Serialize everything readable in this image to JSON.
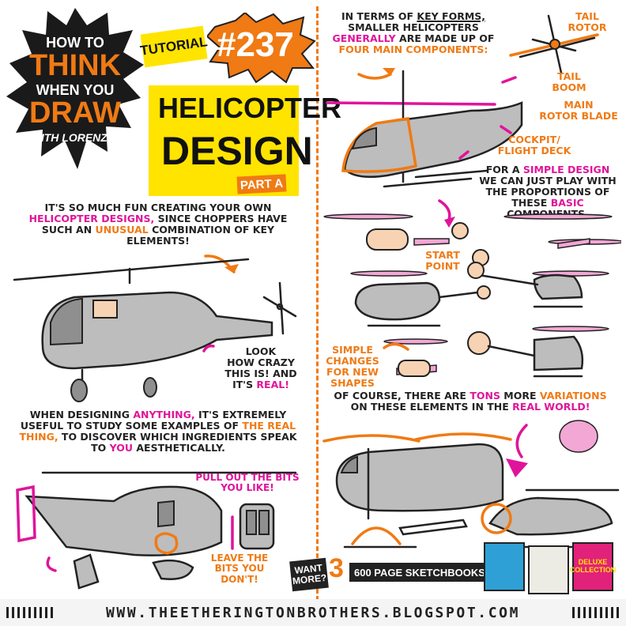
{
  "logo": {
    "line1": "HOW TO",
    "line2": "THINK",
    "line3": "WHEN YOU",
    "line4": "DRAW",
    "line5": "WITH LORENZO!"
  },
  "tutorial": {
    "tag": "TUTORIAL",
    "number": "#237",
    "title1": "HELICOPTER",
    "title2": "DESIGN",
    "part": "PART A"
  },
  "intro": {
    "l1a": "IT'S SO MUCH FUN CREATING YOUR OWN",
    "l2a": "HELICOPTER DESIGNS,",
    "l2b": " SINCE CHOPPERS HAVE",
    "l3a": "SUCH AN ",
    "l3b": "UNUSUAL",
    "l3c": " COMBINATION OF KEY",
    "l4": "ELEMENTS!"
  },
  "look_note": {
    "l1": "LOOK",
    "l2": "HOW CRAZY",
    "l3": "THIS IS! AND",
    "l4": "IT'S ",
    "l4b": "REAL!"
  },
  "designing": {
    "l1a": "WHEN DESIGNING ",
    "l1b": "ANYTHING,",
    "l1c": " IT'S EXTREMELY",
    "l2a": "USEFUL TO STUDY SOME EXAMPLES OF ",
    "l2b": "THE REAL",
    "l3a": "THING,",
    "l3b": " TO DISCOVER WHICH INGREDIENTS SPEAK",
    "l4a": "TO ",
    "l4b": "YOU",
    "l4c": " AESTHETICALLY."
  },
  "pull_note": {
    "l1": "PULL OUT THE BITS",
    "l2": "YOU LIKE!"
  },
  "leave_note": {
    "l1": "LEAVE THE",
    "l2": "BITS YOU",
    "l3": "DON'T!"
  },
  "key_forms": {
    "l1a": "IN TERMS OF ",
    "l1b": "KEY FORMS,",
    "l2": "SMALLER HELICOPTERS",
    "l3a": "GENERALLY",
    "l3b": " ARE MADE UP OF",
    "l4": "FOUR MAIN COMPONENTS:"
  },
  "labels": {
    "tail_rotor1": "TAIL",
    "tail_rotor2": "ROTOR",
    "tail_boom1": "TAIL",
    "tail_boom2": "BOOM",
    "main_rotor1": "MAIN",
    "main_rotor2": "ROTOR BLADE",
    "cockpit1": "COCKPIT/",
    "cockpit2": "FLIGHT DECK"
  },
  "simple_design": {
    "l1a": "FOR A ",
    "l1b": "SIMPLE DESIGN",
    "l2": "WE CAN JUST PLAY WITH",
    "l3": "THE PROPORTIONS OF",
    "l4a": "THESE ",
    "l4b": "BASIC",
    "l5": "COMPONENTS."
  },
  "start_point": {
    "l1": "START",
    "l2": "POINT"
  },
  "simple_changes": {
    "l1": "SIMPLE",
    "l2": "CHANGES",
    "l3": "FOR NEW",
    "l4": "SHAPES"
  },
  "variations": {
    "l1a": "OF COURSE, THERE ARE ",
    "l1b": "TONS",
    "l1c": " MORE ",
    "l1d": "VARIATIONS",
    "l2a": "ON THESE ELEMENTS IN THE ",
    "l2b": "REAL WORLD!"
  },
  "promo": {
    "want": "WANT MORE?",
    "three": "3",
    "sketchbooks": "600 PAGE SKETCHBOOKS!",
    "book3": "DELUXE COLLECTION"
  },
  "footer": {
    "url": "WWW.THEETHERINGTONBROTHERS.BLOGSPOT.COM"
  },
  "colors": {
    "accent": "#f07a14",
    "highlight": "#e0149a",
    "title_bg": "#ffe400",
    "ink": "#222222"
  }
}
